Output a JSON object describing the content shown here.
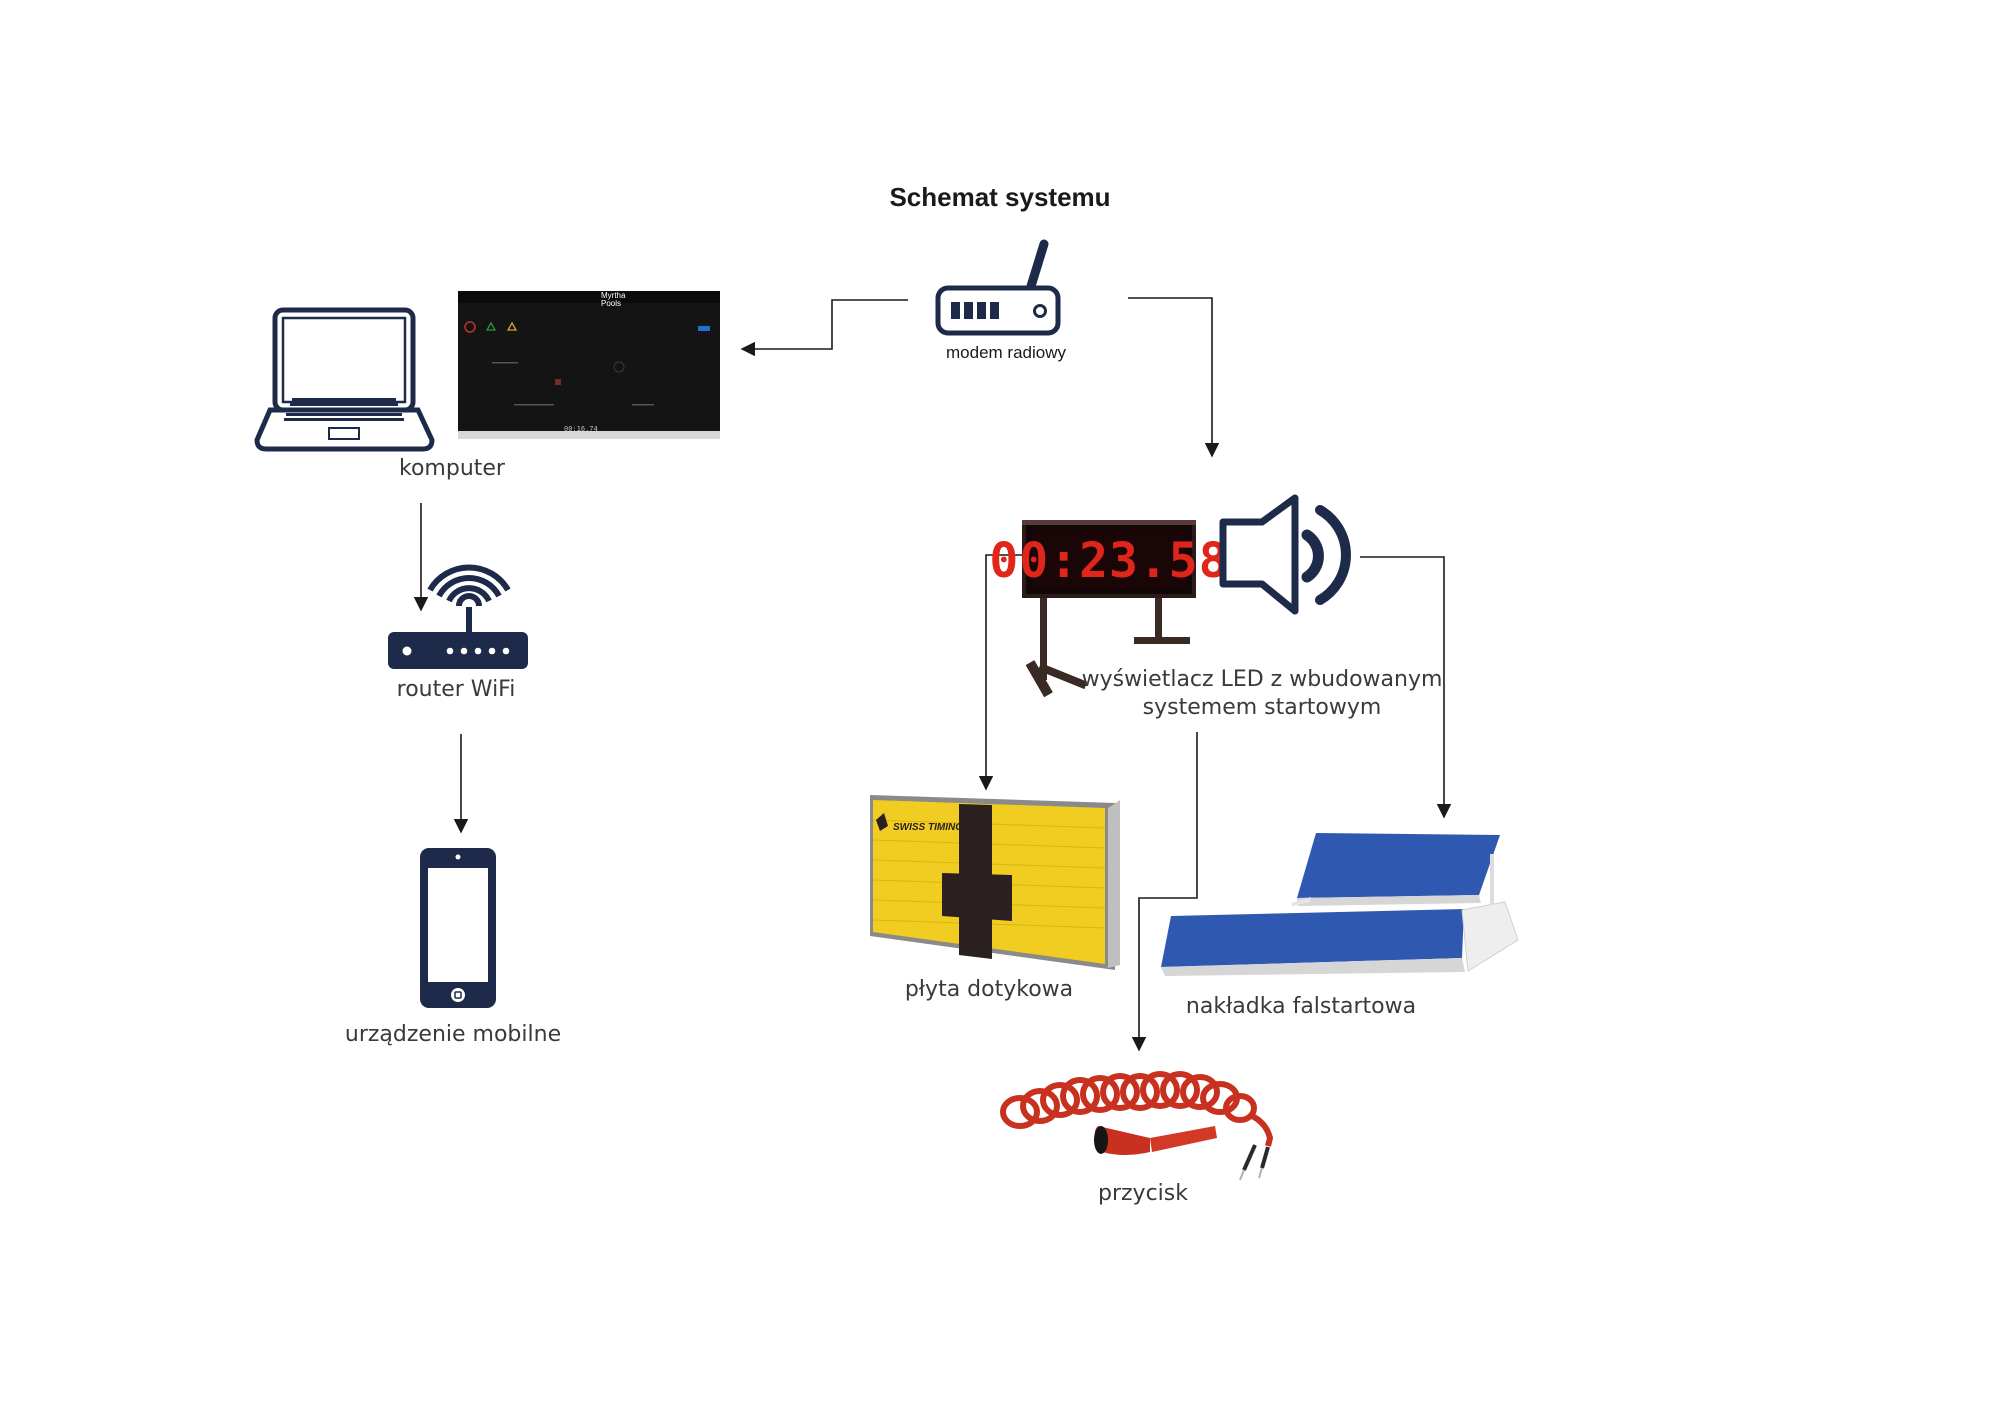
{
  "title": "Schemat systemu",
  "colors": {
    "navy": "#1e2a4a",
    "led_red": "#e0251b",
    "pad_yellow": "#f1cc21",
    "mat_blue": "#2f59b0",
    "cable_red": "#c8301f",
    "line": "#1a1a1a"
  },
  "nodes": {
    "modem": {
      "label": "modem radiowy",
      "icon": "radio-modem-icon"
    },
    "computer": {
      "label": "komputer",
      "icon": "laptop-icon"
    },
    "router": {
      "label": "router WiFi",
      "icon": "wifi-router-icon"
    },
    "mobile": {
      "label": "urządzenie mobilne",
      "icon": "smartphone-icon"
    },
    "led": {
      "label": "wyświetlacz LED z wbudowanym systemem startowym",
      "display_value": "00:23.58",
      "icon": "led-display-icon"
    },
    "speaker": {
      "icon": "speaker-icon"
    },
    "touchpad": {
      "label": "płyta dotykowa",
      "brand": "SWISS TIMING",
      "icon": "touch-pad-icon"
    },
    "falsestart": {
      "label": "nakładka falstartowa",
      "icon": "false-start-mat-icon"
    },
    "button": {
      "label": "przycisk",
      "icon": "push-button-icon"
    }
  },
  "screenshot": {
    "app_text": "Myrtha Pools",
    "timer": "00:16.74"
  }
}
